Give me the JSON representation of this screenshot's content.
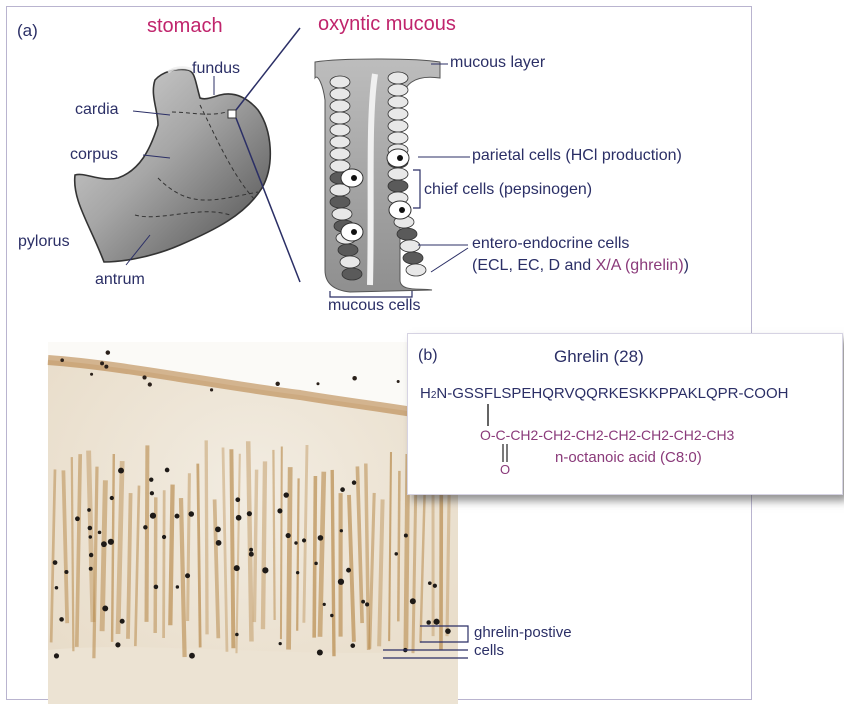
{
  "panel_a": {
    "tag": "(a)",
    "stomach_title": "stomach",
    "mucosa_title": "oxyntic mucous",
    "stomach_regions": {
      "fundus": "fundus",
      "cardia": "cardia",
      "corpus": "corpus",
      "pylorus": "pylorus",
      "antrum": "antrum"
    },
    "gland_labels": {
      "mucous_layer": "mucous layer",
      "parietal": "parietal cells (HCl production)",
      "chief": "chief cells (pepsinogen)",
      "enteroendocrine_line1": "entero-endocrine cells",
      "enteroendocrine_line2_pre": "(ECL, EC, D and ",
      "enteroendocrine_line2_hl": "X/A (ghrelin)",
      "enteroendocrine_line2_post": ")",
      "mucous_cells": "mucous cells"
    }
  },
  "micrograph": {
    "label_line1": "ghrelin-postive",
    "label_line2": "cells"
  },
  "panel_b": {
    "tag": "(b)",
    "title": "Ghrelin (28)",
    "sequence_h": "H",
    "sequence_sub": "2",
    "sequence_rest": "N-GSSFLSPEHQRVQQRKESKKPPAKLQPR-COOH",
    "side_chain": "O-C-CH2-CH2-CH2-CH2-CH2-CH2-CH3",
    "carbonyl_o": "O",
    "acid_name": "n-octanoic acid (C8:0)"
  },
  "colors": {
    "label_dark": "#2b2f66",
    "label_plum": "#8a3a7a",
    "title_magenta": "#c0246c",
    "stain_brown": "#a8743a"
  }
}
